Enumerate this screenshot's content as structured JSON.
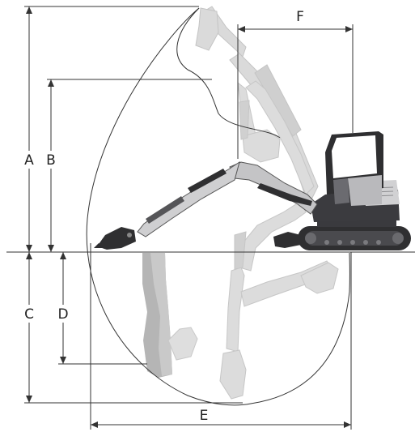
{
  "diagram": {
    "labels": {
      "A": "A",
      "B": "B",
      "C": "C",
      "D": "D",
      "E": "E",
      "F": "F"
    },
    "colors": {
      "line": "#333333",
      "machine_dark": "#2f2f31",
      "machine_mid": "#5a5a5e",
      "machine_light": "#cfcfd1",
      "ghost": "#d9d9d9",
      "ghost_dark": "#bfbfbf",
      "dig_shadow": "#a9a9a9"
    }
  }
}
